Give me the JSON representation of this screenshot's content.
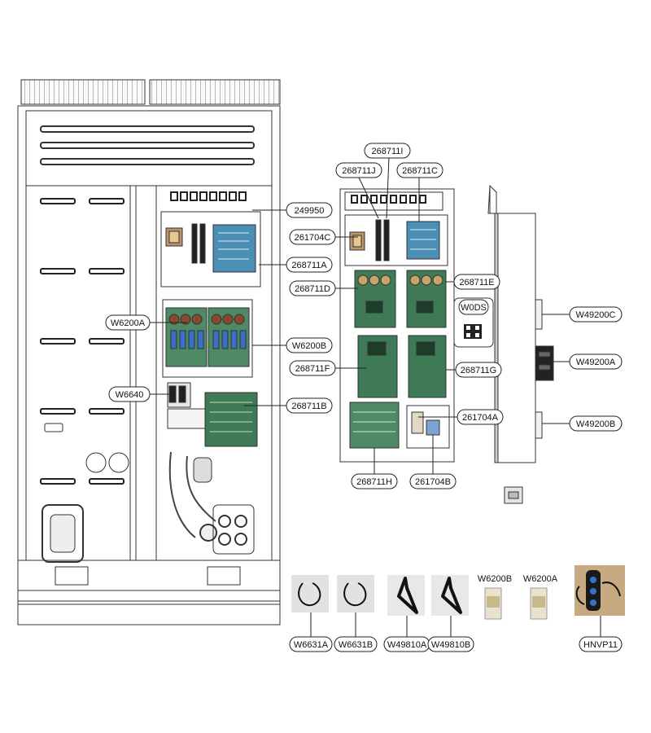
{
  "labels": {
    "l249950": "249950",
    "l261704C": "261704C",
    "l268711A": "268711A",
    "l268711I": "268711I",
    "l268711J": "268711J",
    "l268711C": "268711C",
    "l268711D": "268711D",
    "l268711E": "268711E",
    "lW6200A_main": "W6200A",
    "lW6200B_main": "W6200B",
    "lW0DS": "W0DS",
    "l268711F": "268711F",
    "l268711G": "268711G",
    "lW6640": "W6640",
    "l268711B": "268711B",
    "l261704A": "261704A",
    "l268711H": "268711H",
    "l261704B": "261704B",
    "lW49200C": "W49200C",
    "lW49200A": "W49200A",
    "lW49200B": "W49200B",
    "lW6631A": "W6631A",
    "lW6631B": "W6631B",
    "lW49810A": "W49810A",
    "lW49810B": "W49810B",
    "lHNVP11": "HNVP11",
    "lW6200B_part": "W6200B",
    "lW6200A_part": "W6200A"
  },
  "colors": {
    "line": "#333333",
    "board_blue": "#4b8fb5",
    "board_green": "#3e7a55",
    "capacitor": "#c9a36a",
    "terminal_blue": "#3a6fc7",
    "photo_bg": "#dcdcdc"
  }
}
